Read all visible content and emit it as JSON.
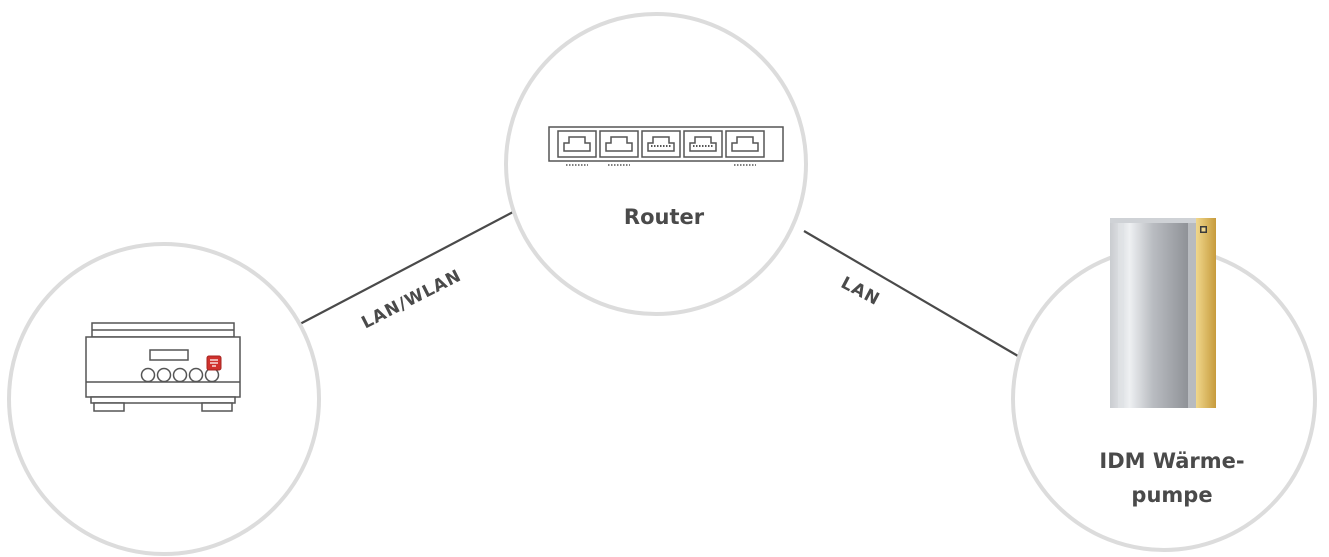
{
  "nodes": {
    "router": {
      "label": "Router"
    },
    "heat_pump": {
      "label_line1": "IDM Wärme-",
      "label_line2": "pumpe"
    },
    "controller": {
      "label": ""
    }
  },
  "connections": {
    "controller_router": {
      "label": "LAN/WLAN"
    },
    "router_heat_pump": {
      "label": "LAN"
    }
  },
  "colors": {
    "line": "#4a4a4a",
    "circle_border": "#dcdcdc",
    "label_text": "#4a4a4a",
    "controller_badge": "#d0312d",
    "heat_pump_accent": "#d9b45a"
  },
  "icons": {
    "router": "router-icon",
    "controller": "control-unit-icon",
    "heat_pump": "heat-pump-icon"
  }
}
